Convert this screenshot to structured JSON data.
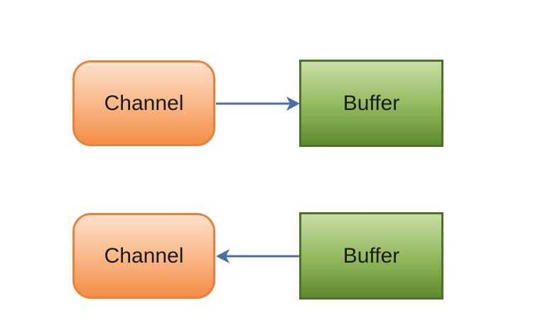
{
  "diagram": {
    "rows": [
      {
        "channel_label": "Channel",
        "buffer_label": "Buffer",
        "direction": "channel-to-buffer"
      },
      {
        "channel_label": "Channel",
        "buffer_label": "Buffer",
        "direction": "buffer-to-channel"
      }
    ],
    "colors": {
      "channel_border": "#e8823a",
      "channel_fill_top": "#fde0cb",
      "channel_fill_bottom": "#f38d45",
      "buffer_border": "#4e7224",
      "buffer_fill_top": "#c8dda6",
      "buffer_fill_bottom": "#5f8a2f",
      "arrow": "#4a6fa5"
    }
  }
}
